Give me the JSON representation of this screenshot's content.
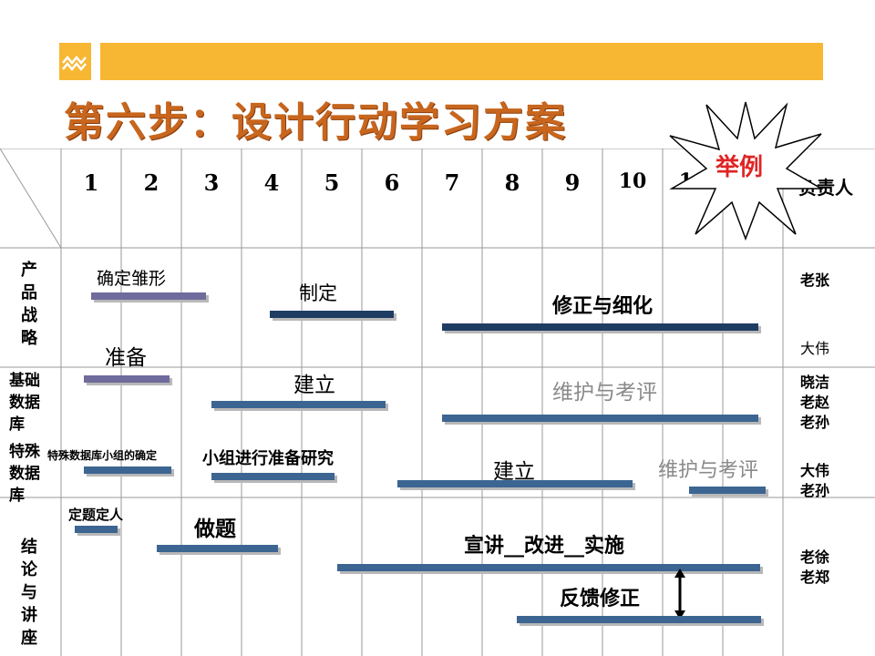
{
  "slide": {
    "title": "第六步：设计行动学习方案"
  },
  "badge": {
    "label": "举例",
    "icon": "starburst-icon"
  },
  "header": {
    "columns": [
      "1",
      "2",
      "3",
      "4",
      "5",
      "6",
      "7",
      "8",
      "9",
      "10",
      "11"
    ],
    "responsible": "负责人"
  },
  "rows": {
    "strategy": "产品战略",
    "database_basic": "基础数据库",
    "database_special": "特殊数据库",
    "conclusion": "结论与讲座"
  },
  "tasks": {
    "confirm_prototype": "确定雏形",
    "formulate": "制定",
    "revise_refine": "修正与细化",
    "prepare": "准备",
    "establish": "建立",
    "maintain_evaluate": "维护与考评",
    "special_group_confirm": "特殊数据库小组的确定",
    "group_prepare_research": "小组进行准备研究",
    "establish_2": "建立",
    "maintain_evaluate_2": "维护与考评",
    "set_topic_people": "定题定人",
    "do_topic": "做题",
    "promote_improve_implement": "宣讲__改进__实施",
    "feedback_revise": "反馈修正"
  },
  "owners": {
    "strategy_1": "老张",
    "strategy_2": "大伟",
    "basic": "晓洁\n老赵\n老孙",
    "special": "大伟\n老孙",
    "conclusion": "老徐\n老郑"
  },
  "colors": {
    "banner": "#f7b733",
    "title": "#c8661e",
    "badge_text": "#e02424",
    "bar_steel": "#3c6592",
    "bar_purple": "#6f6b9c",
    "bar_navy": "#1f3d63",
    "muted_text": "#8a8a8a"
  }
}
